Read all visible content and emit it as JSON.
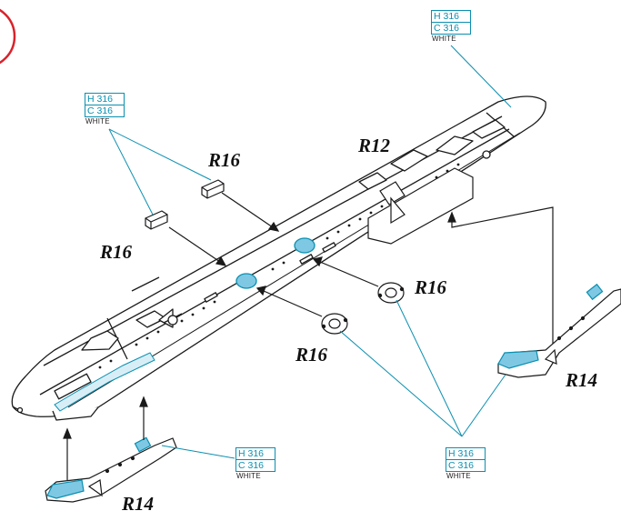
{
  "labels": {
    "r12": "R12",
    "r16_a": "R16",
    "r16_b": "R16",
    "r16_c": "R16",
    "r16_d": "R16",
    "r14_right": "R14",
    "r14_bottom": "R14"
  },
  "paint_codes": {
    "top_right": {
      "h": "H 316",
      "c": "C 316",
      "color": "WHITE"
    },
    "top_left": {
      "h": "H 316",
      "c": "C 316",
      "color": "WHITE"
    },
    "bottom_mid": {
      "h": "H 316",
      "c": "C 316",
      "color": "WHITE"
    },
    "bottom_right": {
      "h": "H 316",
      "c": "C 316",
      "color": "WHITE"
    }
  },
  "colors": {
    "paint_accent": "#0a8fb0",
    "highlight_fill": "#7fc8e3",
    "line": "#1a1a1a",
    "warning_circle": "#d9232b"
  }
}
